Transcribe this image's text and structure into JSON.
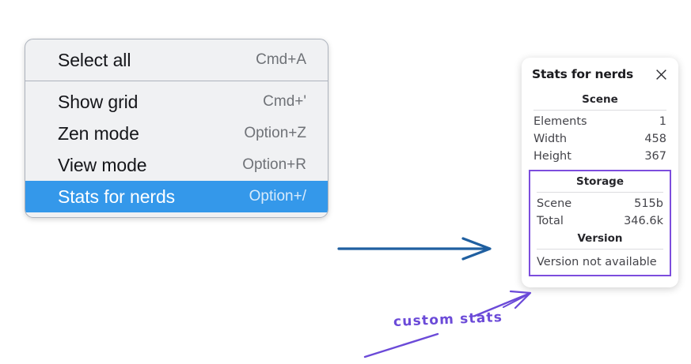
{
  "context_menu": {
    "groups": [
      {
        "items": [
          {
            "label": "Select all",
            "shortcut": "Cmd+A",
            "selected": false
          }
        ]
      },
      {
        "items": [
          {
            "label": "Show grid",
            "shortcut": "Cmd+'",
            "selected": false
          },
          {
            "label": "Zen mode",
            "shortcut": "Option+Z",
            "selected": false
          },
          {
            "label": "View mode",
            "shortcut": "Option+R",
            "selected": false
          },
          {
            "label": "Stats for nerds",
            "shortcut": "Option+/",
            "selected": true
          }
        ]
      }
    ]
  },
  "stats_panel": {
    "title": "Stats for nerds",
    "close_icon": "close-icon",
    "scene": {
      "heading": "Scene",
      "rows": [
        {
          "key": "Elements",
          "value": "1"
        },
        {
          "key": "Width",
          "value": "458"
        },
        {
          "key": "Height",
          "value": "367"
        }
      ]
    },
    "storage": {
      "heading": "Storage",
      "rows": [
        {
          "key": "Scene",
          "value": "515b"
        },
        {
          "key": "Total",
          "value": "346.6k"
        }
      ]
    },
    "version": {
      "heading": "Version",
      "text": "Version not available"
    }
  },
  "annotations": {
    "callout_text": "custom stats",
    "arrow_blue": "arrow-right-icon",
    "arrow_purple": "arrow-pointer-icon",
    "underline_stroke": "underline-stroke-icon"
  },
  "colors": {
    "menu_background": "#f0f1f3",
    "menu_border": "#adb3bd",
    "selection_blue": "#3498ea",
    "shortcut_gray": "#6f7277",
    "annotation_purple": "#6b4ad8",
    "highlight_purple": "#7c4ddd",
    "arrow_blue": "#1f5fa0"
  }
}
